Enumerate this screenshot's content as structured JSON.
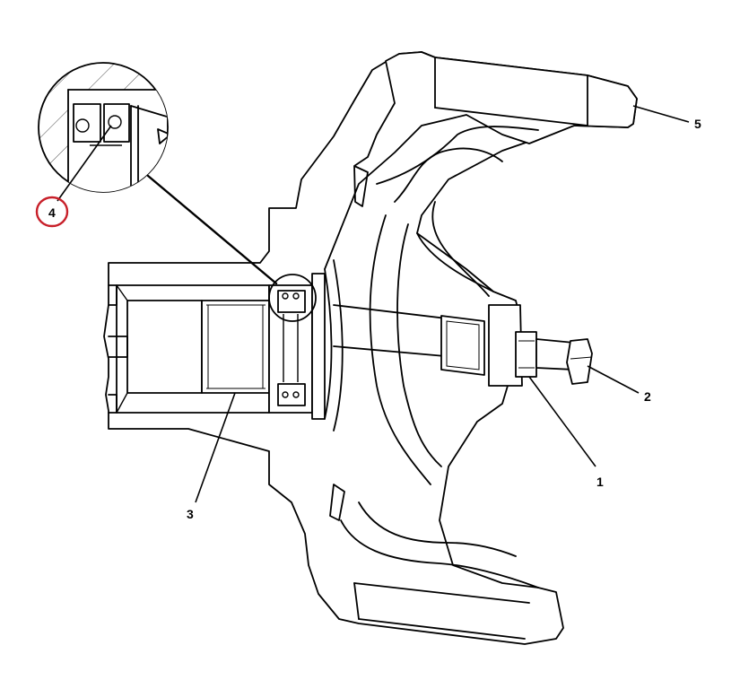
{
  "callouts": [
    {
      "id": "1",
      "label": "1"
    },
    {
      "id": "2",
      "label": "2"
    },
    {
      "id": "3",
      "label": "3"
    },
    {
      "id": "4",
      "label": "4",
      "highlighted": true
    },
    {
      "id": "5",
      "label": "5"
    }
  ],
  "colors": {
    "line": "#000000",
    "background": "#ffffff",
    "highlight_circle": "#c8202a"
  }
}
